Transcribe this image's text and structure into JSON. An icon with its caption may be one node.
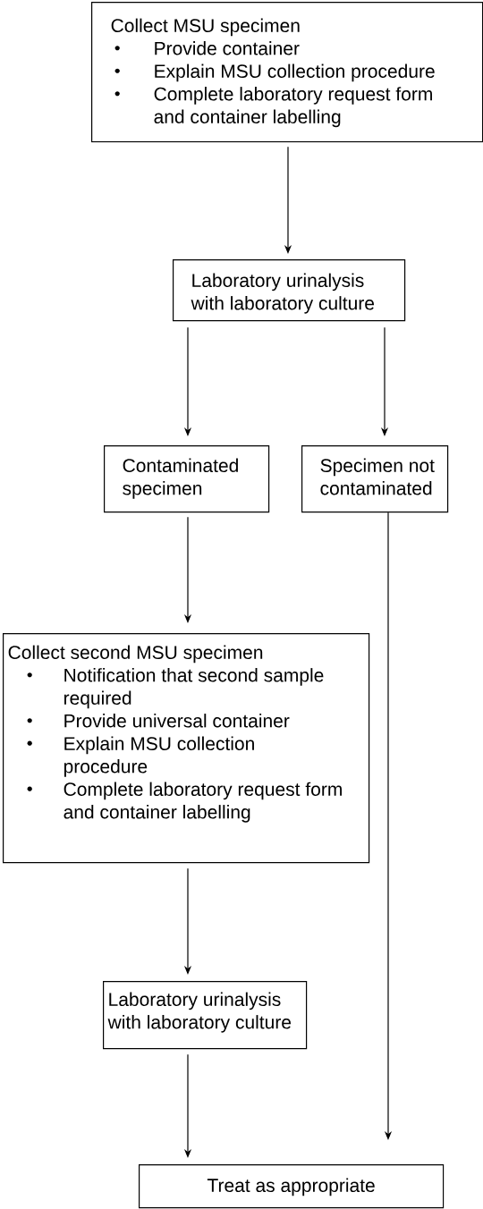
{
  "diagram": {
    "nodes": [
      {
        "text": [
          "Collect MSU specimen",
          "Provide container",
          "Explain MSU collection procedure",
          "Complete laboratory request form and container labelling"
        ]
      },
      {
        "text": [
          "Laboratory urinalysis with laboratory culture"
        ]
      },
      {
        "text": [
          "Contaminated specimen"
        ]
      },
      {
        "text": [
          "Specimen not contaminated"
        ]
      },
      {
        "text": [
          "Collect second MSU specimen",
          "Notification that second sample required",
          "Provide universal container",
          "Explain MSU collection procedure",
          "Complete laboratory request form and container labelling"
        ]
      },
      {
        "text": [
          "Laboratory urinalysis with laboratory culture"
        ]
      },
      {
        "text": [
          "Treat as appropriate"
        ]
      }
    ],
    "edges": [
      {
        "from": 0,
        "to": 1,
        "arrow": "to"
      },
      {
        "from": 1,
        "to": 2,
        "arrow": "to"
      },
      {
        "from": 1,
        "to": 3,
        "arrow": "to"
      },
      {
        "from": 2,
        "to": 4,
        "arrow": "to"
      },
      {
        "from": 4,
        "to": 5,
        "arrow": "to"
      },
      {
        "from": 5,
        "to": 6,
        "arrow": "to"
      },
      {
        "from": 3,
        "to": 6,
        "arrow": "to"
      }
    ]
  }
}
